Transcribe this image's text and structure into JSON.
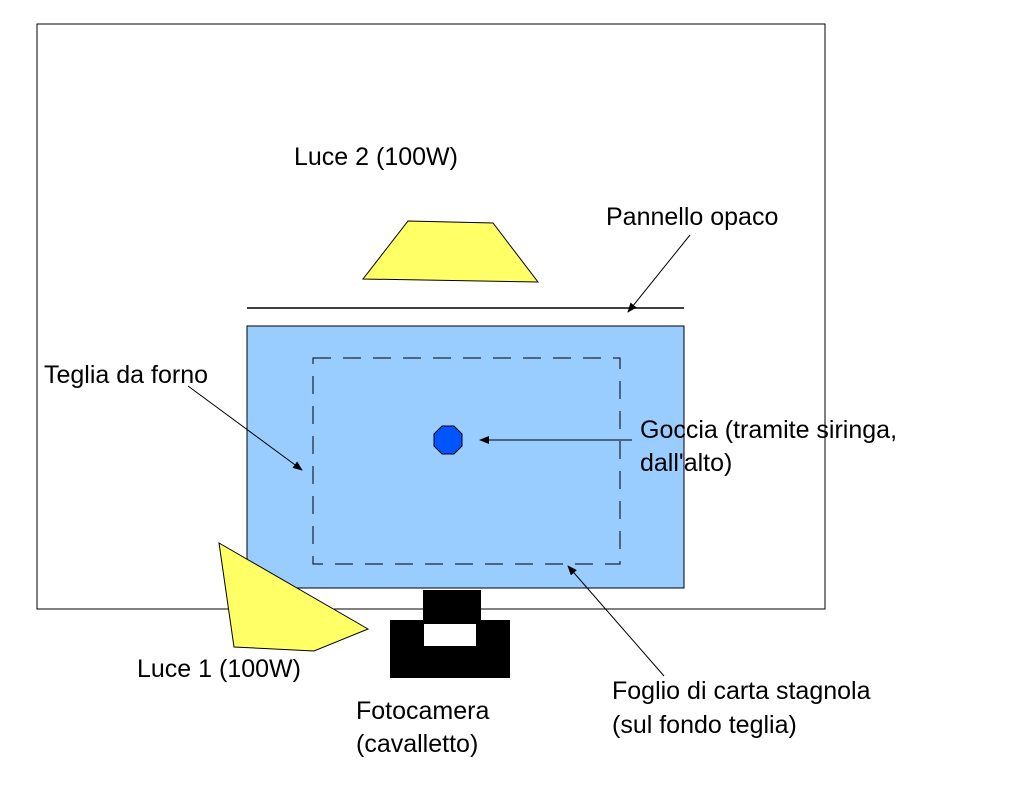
{
  "labels": {
    "luce2": "Luce 2 (100W)",
    "pannello": "Pannello opaco",
    "teglia": "Teglia da forno",
    "goccia_line1": "Goccia (tramite siringa,",
    "goccia_line2": "dall'alto)",
    "luce1": "Luce 1 (100W)",
    "fotocamera_line1": "Fotocamera",
    "fotocamera_line2": "(cavalletto)",
    "foglio_line1": "Foglio di carta stagnola",
    "foglio_line2": "(sul fondo teglia)"
  },
  "colors": {
    "tray_fill": "#99ccff",
    "light_fill": "#ffff66",
    "drop_fill": "#0055ff",
    "camera_fill": "#000000",
    "outline": "#000000"
  }
}
